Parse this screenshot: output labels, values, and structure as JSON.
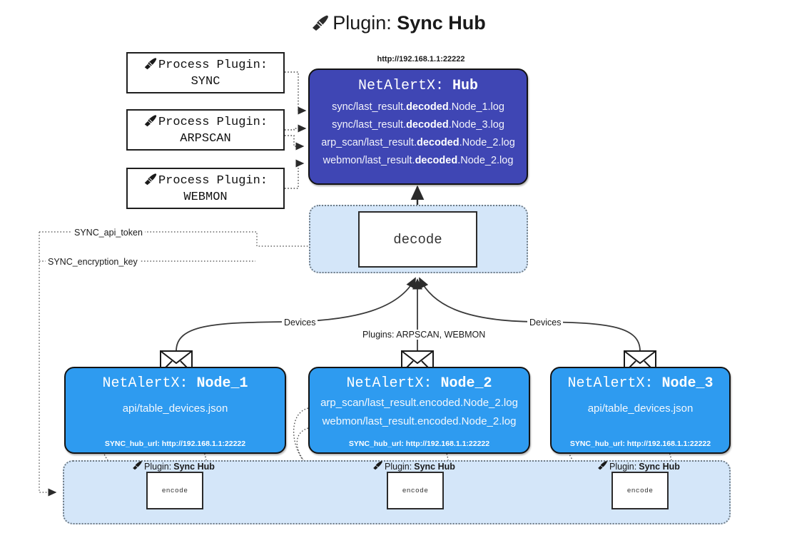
{
  "title": {
    "icon": "plug-icon",
    "prefix": "Plugin:",
    "name": "Sync Hub"
  },
  "process_plugins": [
    {
      "icon": "plug-icon",
      "line1": "Process Plugin:",
      "line2": "SYNC"
    },
    {
      "icon": "plug-icon",
      "line1": "Process Plugin:",
      "line2": "ARPSCAN"
    },
    {
      "icon": "plug-icon",
      "line1": "Process Plugin:",
      "line2": "WEBMON"
    }
  ],
  "hub": {
    "url": "http://192.168.1.1:22222",
    "title_prefix": "NetAlertX:",
    "title_name": "Hub",
    "logs": [
      {
        "pre": "sync/last_result.",
        "mid": "decoded",
        "post": ".Node_1.log"
      },
      {
        "pre": "sync/last_result.",
        "mid": "decoded",
        "post": ".Node_3.log"
      },
      {
        "pre": "arp_scan/last_result.",
        "mid": "decoded",
        "post": ".Node_2.log"
      },
      {
        "pre": "webmon/last_result.",
        "mid": "decoded",
        "post": ".Node_2.log"
      }
    ]
  },
  "decode": {
    "label": "decode"
  },
  "secrets": {
    "api_token": "SYNC_api_token",
    "encryption_key": "SYNC_encryption_key"
  },
  "edges": {
    "devices_left": "Devices",
    "devices_right": "Devices",
    "plugins_mid": "Plugins: ARPSCAN, WEBMON"
  },
  "nodes": [
    {
      "icon": "envelope-icon",
      "title_prefix": "NetAlertX:",
      "title_name": "Node_1",
      "lines": [
        "api/table_devices.json"
      ],
      "footer": "SYNC_hub_url: http://192.168.1.1:22222"
    },
    {
      "icon": "envelope-icon",
      "title_prefix": "NetAlertX:",
      "title_name": "Node_2",
      "lines": [
        "arp_scan/last_result.encoded.Node_2.log",
        "webmon/last_result.encoded.Node_2.log"
      ],
      "footer": "SYNC_hub_url: http://192.168.1.1:22222"
    },
    {
      "icon": "envelope-icon",
      "title_prefix": "NetAlertX:",
      "title_name": "Node_3",
      "lines": [
        "api/table_devices.json"
      ],
      "footer": "SYNC_hub_url: http://192.168.1.1:22222"
    }
  ],
  "encoders": [
    {
      "icon": "plug-icon",
      "label_prefix": "Plugin:",
      "label_name": "Sync Hub",
      "box_label": "encode"
    },
    {
      "icon": "plug-icon",
      "label_prefix": "Plugin:",
      "label_name": "Sync Hub",
      "box_label": "encode"
    },
    {
      "icon": "plug-icon",
      "label_prefix": "Plugin:",
      "label_name": "Sync Hub",
      "box_label": "encode"
    }
  ],
  "colors": {
    "hub_fill": "#3f46b4",
    "node_fill": "#2e9bf0",
    "zone_fill": "#d4e6f9",
    "stroke": "#131313",
    "background": "#ffffff"
  }
}
